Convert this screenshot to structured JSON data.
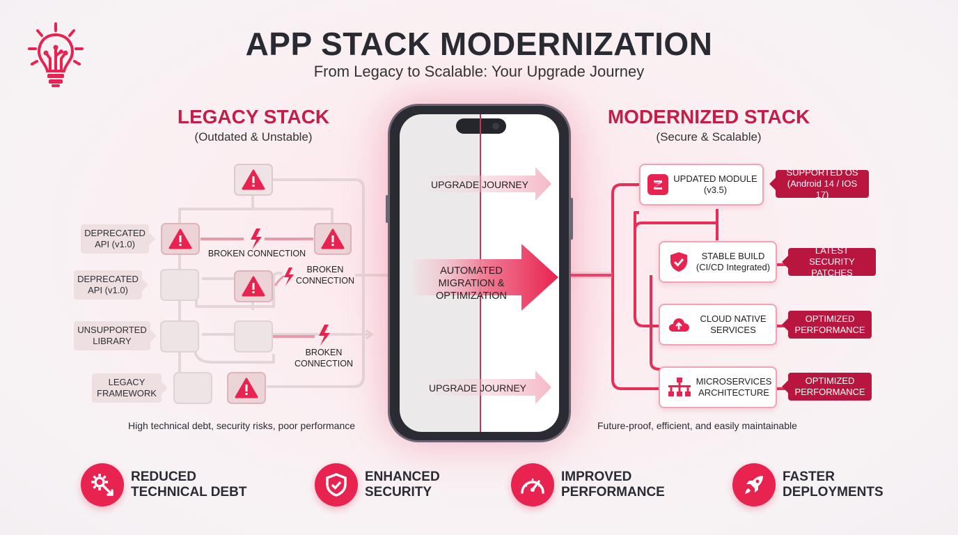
{
  "title": "APP STACK MODERNIZATION",
  "subtitle": "From Legacy to Scalable: Your Upgrade Journey",
  "legacy": {
    "title": "LEGACY STACK",
    "subtitle": "(Outdated & Unstable)",
    "tags": [
      "DEPRECATED API (v1.0)",
      "DEPRECATED API (v1.0)",
      "UNSUPPORTED LIBRARY",
      "LEGACY FRAMEWORK"
    ],
    "broken_labels": [
      "BROKEN CONNECTION",
      "BROKEN CONNECTION",
      "BROKEN CONNECTION"
    ],
    "caption": "High technical debt, security risks, poor performance"
  },
  "phone": {
    "arrow_top": "UPGRADE JOURNEY",
    "arrow_middle": "AUTOMATED MIGRATION & OPTIMIZATION",
    "arrow_bottom": "UPGRADE JOURNEY"
  },
  "modern": {
    "title": "MODERNIZED STACK",
    "subtitle": "(Secure & Scalable)",
    "modules": [
      {
        "label": "UPDATED MODULE (v3.5)",
        "icon": "module-icon",
        "badge": "SUPPORTED OS (Android 14 / IOS 17)"
      },
      {
        "label": "STABLE BUILD (CI/CD Integrated)",
        "icon": "shield-check-icon",
        "badge": "LATEST SECURITY PATCHES"
      },
      {
        "label": "CLOUD NATIVE SERVICES",
        "icon": "cloud-upload-icon",
        "badge": "OPTIMIZED PERFORMANCE"
      },
      {
        "label": "MICROSERVICES ARCHITECTURE",
        "icon": "hierarchy-icon",
        "badge": "OPTIMIZED PERFORMANCE"
      }
    ],
    "caption": "Future-proof, efficient, and easily maintainable"
  },
  "benefits": [
    {
      "label": "REDUCED TECHNICAL DEBT",
      "icon": "gear-wrench-icon"
    },
    {
      "label": "ENHANCED SECURITY",
      "icon": "shield-check-icon"
    },
    {
      "label": "IMPROVED PERFORMANCE",
      "icon": "speedometer-icon"
    },
    {
      "label": "FASTER DEPLOYMENTS",
      "icon": "rocket-icon"
    }
  ],
  "colors": {
    "accent": "#e8234f",
    "dark_accent": "#b8163e",
    "title": "#2a2a33"
  }
}
